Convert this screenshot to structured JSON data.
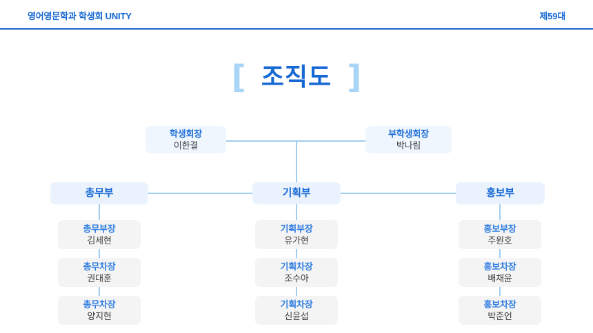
{
  "header": {
    "brand": "영어영문학과 학생회 UNITY",
    "term": "제59대",
    "accent_color": "#1668d4"
  },
  "title": {
    "bracket_left": "[",
    "text": "조직도",
    "bracket_right": "]",
    "text_color": "#1668d4",
    "bracket_color": "#a8d4f5"
  },
  "chart_data": {
    "type": "diagram",
    "title": "조직도",
    "executives": [
      {
        "role": "학생회장",
        "name": "이한결"
      },
      {
        "role": "부학생회장",
        "name": "박나림"
      }
    ],
    "departments": [
      {
        "name": "총무부",
        "members": [
          {
            "role": "총무부장",
            "name": "김세현"
          },
          {
            "role": "총무차장",
            "name": "권대훈"
          },
          {
            "role": "총무차장",
            "name": "양지현"
          }
        ]
      },
      {
        "name": "기획부",
        "members": [
          {
            "role": "기획부장",
            "name": "유가현"
          },
          {
            "role": "기획차장",
            "name": "조수아"
          },
          {
            "role": "기획차장",
            "name": "신윤섭"
          }
        ]
      },
      {
        "name": "홍보부",
        "members": [
          {
            "role": "홍보부장",
            "name": "주원호"
          },
          {
            "role": "홍보차장",
            "name": "배채윤"
          },
          {
            "role": "홍보차장",
            "name": "박준언"
          }
        ]
      }
    ],
    "connector_color": "#9fcdf2",
    "exec_box_color": "#eff6fd",
    "dept_box_color": "#eaf3fd",
    "member_box_color": "#f4f4f4"
  }
}
